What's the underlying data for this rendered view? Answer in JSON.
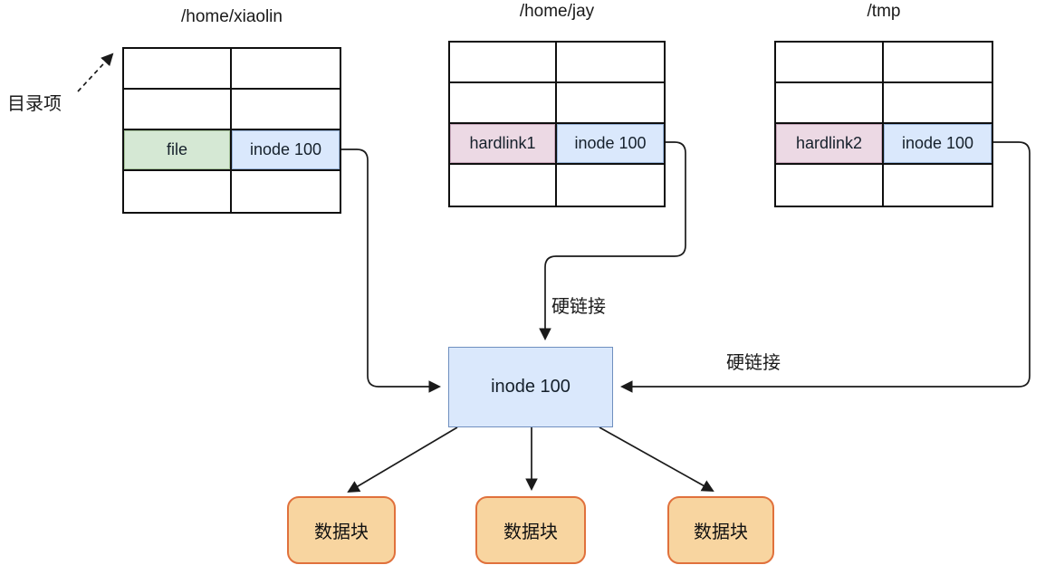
{
  "directories": [
    {
      "title": "/home/xiaolin",
      "rows": [
        [
          "",
          ""
        ],
        [
          "",
          ""
        ],
        [
          "file",
          "inode 100"
        ],
        [
          "",
          ""
        ]
      ]
    },
    {
      "title": "/home/jay",
      "rows": [
        [
          "",
          ""
        ],
        [
          "",
          ""
        ],
        [
          "hardlink1",
          "inode 100"
        ],
        [
          "",
          ""
        ]
      ]
    },
    {
      "title": "/tmp",
      "rows": [
        [
          "",
          ""
        ],
        [
          "",
          ""
        ],
        [
          "hardlink2",
          "inode 100"
        ],
        [
          "",
          ""
        ]
      ]
    }
  ],
  "labels": {
    "directory_entry": "目录项",
    "hardlink_top": "硬链接",
    "hardlink_right": "硬链接"
  },
  "inode_box": {
    "label": "inode 100"
  },
  "data_blocks": [
    "数据块",
    "数据块",
    "数据块"
  ],
  "colors": {
    "text": "#111111",
    "green_fill": "#d5e8d4",
    "green_border": "#a9c79e",
    "blue_fill": "#dae8fc",
    "blue_border": "#9ab5d9",
    "pink_fill": "#ecd9e4",
    "pink_border": "#c9a8bc",
    "box_border": "#6f8fbf",
    "orange_fill": "#f8d5a0",
    "orange_border": "#e0713c",
    "line": "#1a1a1a"
  }
}
